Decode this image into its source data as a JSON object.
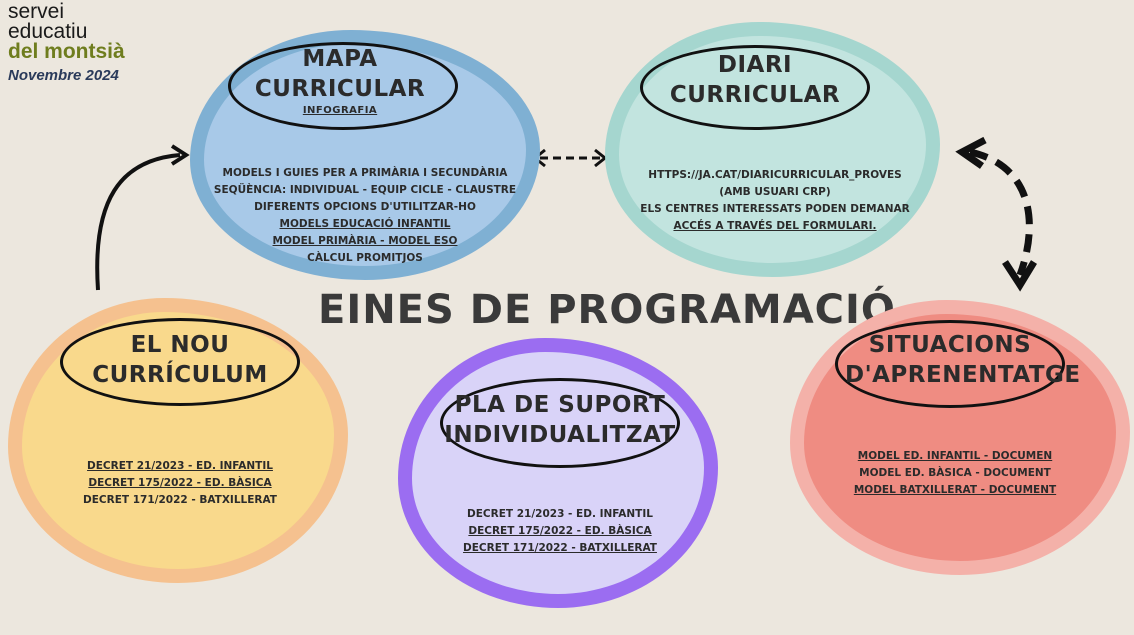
{
  "logo": {
    "line1": "servei",
    "line2": "educatiu",
    "line3": "del montsià",
    "date": "Novembre 2024"
  },
  "main_title": "EINES DE PROGRAMACIÓ",
  "cards": {
    "mapa": {
      "title1": "MAPA",
      "title2": "CURRICULAR",
      "subtitle": "INFOGRAFIA",
      "lines": [
        "Models i guies per a primària i secundària",
        "Seqüència: individual - equip cicle - claustre",
        "Diferents opcions d'utilitzar-ho",
        "Models educació infantil",
        "Model primària - model ESO",
        "Càlcul promitjos"
      ]
    },
    "diari": {
      "title1": "DIARI",
      "title2": "CURRICULAR",
      "lines": [
        "https://ja.cat/diaricurricular_proves",
        "(amb usuari CRP)",
        "Els centres interessats poden demanar",
        "accés a través del formulari."
      ]
    },
    "nou": {
      "title1": "EL NOU",
      "title2": "CURRÍCULUM",
      "lines": [
        "Decret 21/2023 - Ed. Infantil",
        "Decret 175/2022 - Ed. Bàsica",
        "Decret 171/2022 - Batxillerat"
      ]
    },
    "pla": {
      "title1": "PLA DE SUPORT",
      "title2": "INDIVIDUALITZAT",
      "lines": [
        "Decret 21/2023 - Ed. Infantil",
        "Decret 175/2022 - Ed. Bàsica",
        "Decret 171/2022 - Batxillerat"
      ]
    },
    "sit": {
      "title1": "SITUACIONS",
      "title2": "D'APRENENTATGE",
      "lines": [
        "Model Ed. Infantil - Documen",
        "Model Ed. Bàsica - Document",
        "Model Batxillerat - Document"
      ]
    }
  },
  "colors": {
    "blue": "#a8c9e8",
    "teal": "#c2e4df",
    "yellow": "#f9d98c",
    "purple": "#d9d3f8",
    "red": "#ef8c82"
  }
}
